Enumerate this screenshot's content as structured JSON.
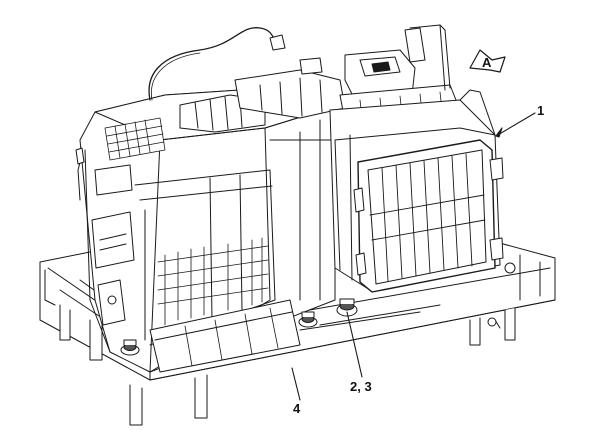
{
  "diagram": {
    "view_marker": "A",
    "callouts": {
      "c1": "1",
      "c23": "2, 3",
      "c4": "4"
    },
    "colors": {
      "line": "#1a1a1a",
      "fill": "#ffffff",
      "shade": "#e6e6e6",
      "dark": "#555555"
    }
  }
}
